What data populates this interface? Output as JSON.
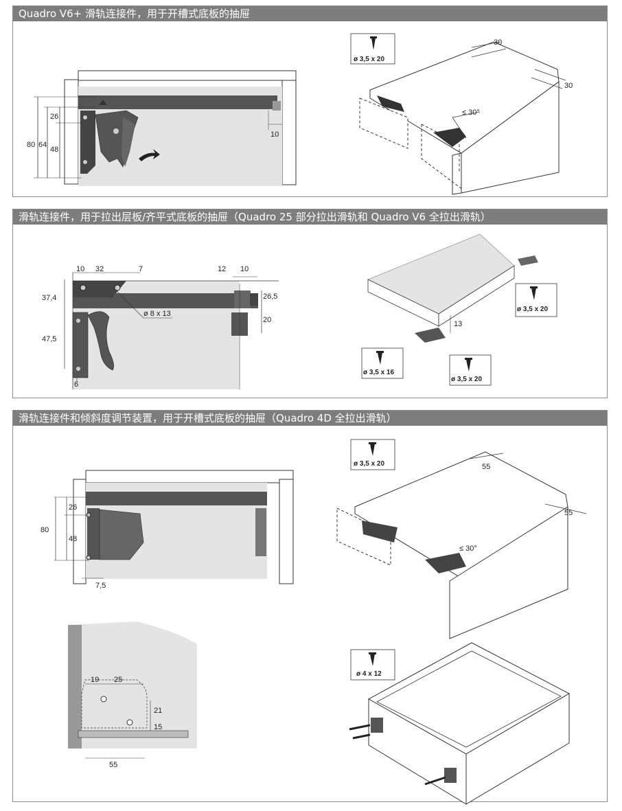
{
  "sections": [
    {
      "title": "Quadro V6+ 滑轨连接件，用于开槽式底板的抽屉",
      "left_dims": {
        "d80": "80",
        "d64": "64",
        "d26": "26",
        "d48": "48",
        "d10": "10"
      },
      "right": {
        "screw_label": "ø 3,5 x 20",
        "d30a": "30",
        "d30b": "30",
        "angle": "≤ 30°"
      }
    },
    {
      "title": "滑轨连接件，用于拉出层板/齐平式底板的抽屉（Quadro 25 部分拉出滑轨和 Quadro V6 全拉出滑轨）",
      "left_dims": {
        "d10a": "10",
        "d32": "32",
        "d7": "7",
        "d12": "12",
        "d10b": "10",
        "d37_4": "37,4",
        "d47_5": "47,5",
        "d26_5": "26,5",
        "d20": "20",
        "d6": "6",
        "hole": "ø 8 x 13"
      },
      "right": {
        "screw_top": "ø 3,5 x 20",
        "screw_left": "ø 3,5 x 16",
        "screw_right": "ø 3,5 x 20",
        "d13": "13"
      }
    },
    {
      "title": "滑轨连接件和倾斜度调节装置，用于开槽式底板的抽屉（Quadro 4D 全拉出滑轨）",
      "left_dims": {
        "d26": "26",
        "d80": "80",
        "d48": "48",
        "d7_5": "7,5"
      },
      "lower_dims": {
        "d19": "19",
        "d25": "25",
        "d21": "21",
        "d15": "15",
        "d55": "55"
      },
      "right": {
        "screw_label": "ø 3,5 x 20",
        "d55a": "55",
        "d55b": "55",
        "angle": "≤ 30°",
        "screw_box": "ø 4 x 12"
      }
    }
  ]
}
